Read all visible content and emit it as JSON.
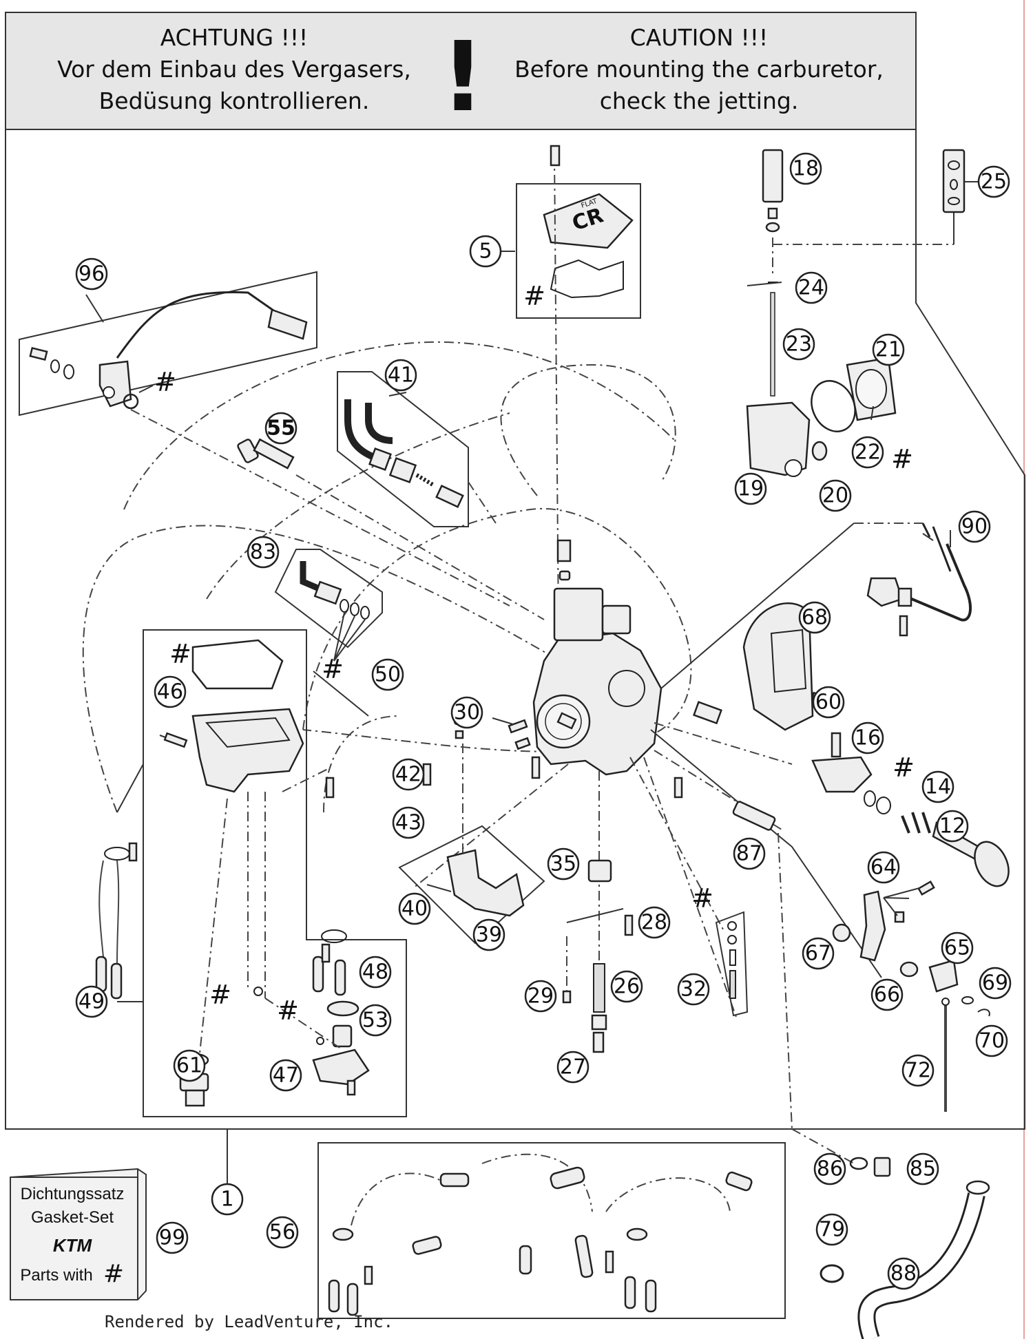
{
  "banner": {
    "left_lines": [
      "ACHTUNG !!!",
      "Vor dem Einbau des Vergasers,",
      "Bedüsung kontrollieren."
    ],
    "exclamation": "!",
    "right_lines": [
      "CAUTION !!!",
      "Before mounting the carburetor,",
      "check the jetting."
    ]
  },
  "callouts": {
    "c1": "1",
    "c5": "5",
    "c12": "12",
    "c14": "14",
    "c16": "16",
    "c18": "18",
    "c19": "19",
    "c20": "20",
    "c21": "21",
    "c22": "22",
    "c23": "23",
    "c24": "24",
    "c25": "25",
    "c26": "26",
    "c27": "27",
    "c28": "28",
    "c29": "29",
    "c30": "30",
    "c32": "32",
    "c35": "35",
    "c39": "39",
    "c40": "40",
    "c41": "41",
    "c42": "42",
    "c43": "43",
    "c46": "46",
    "c47": "47",
    "c48": "48",
    "c49": "49",
    "c50": "50",
    "c53": "53",
    "c55": "55",
    "c56": "56",
    "c60": "60",
    "c61": "61",
    "c64": "64",
    "c65": "65",
    "c66": "66",
    "c67": "67",
    "c68": "68",
    "c69": "69",
    "c70": "70",
    "c72": "72",
    "c79": "79",
    "c83": "83",
    "c85": "85",
    "c86": "86",
    "c87": "87",
    "c88": "88",
    "c90": "90",
    "c96": "96",
    "c99": "99"
  },
  "hash_symbol": "#",
  "carb_cap_label": "CR",
  "carb_cap_small": "FLAT",
  "gasket_box": {
    "line1": "Dichtungssatz",
    "line2": "Gasket-Set",
    "brand": "KTM",
    "line3": "Parts with",
    "symbol": "#"
  },
  "footer": "Rendered by LeadVenture, Inc."
}
